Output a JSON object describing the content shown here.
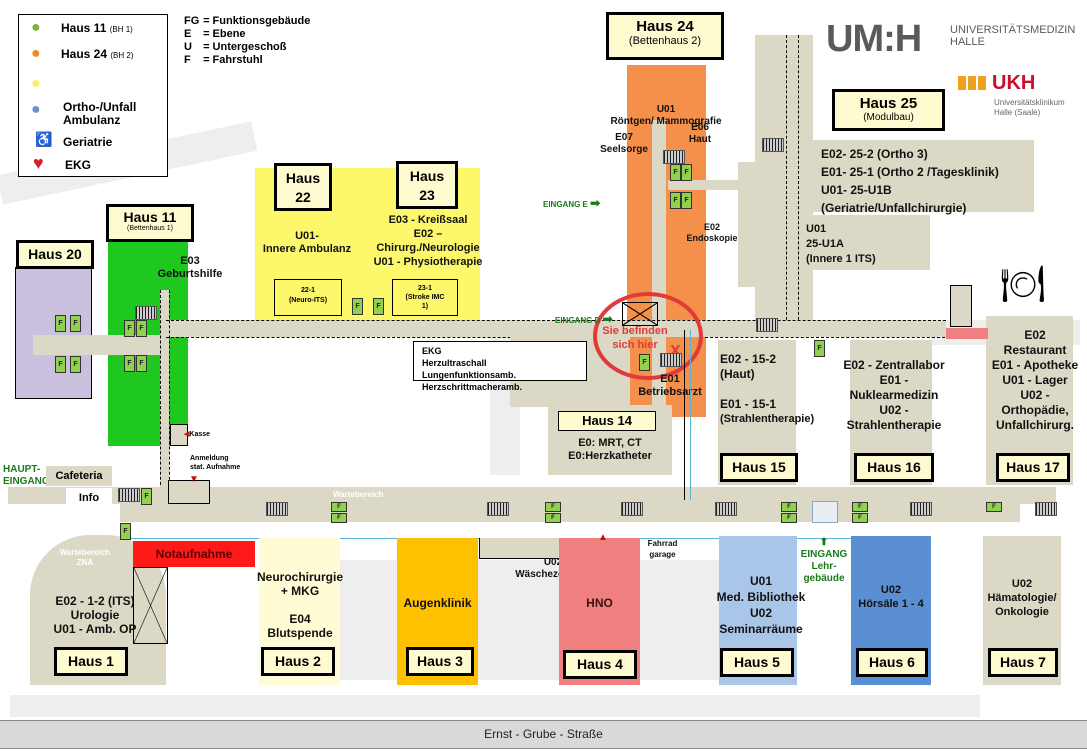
{
  "legend": {
    "items": [
      {
        "icon": "footprint-green-icon",
        "label": "Haus 11",
        "sub": "(BH 1)",
        "color": "#7cb342"
      },
      {
        "icon": "footprint-orange-icon",
        "label": "Haus 24",
        "sub": "(BH 2)",
        "color": "#f08a24"
      },
      {
        "icon": "footprint-yellow-icon",
        "label": "",
        "sub": "",
        "color": "#f7f06a"
      },
      {
        "icon": "footprint-blue-icon",
        "label": "Ortho-/Unfall Ambulanz",
        "sub": "",
        "color": "#6b8fc8"
      },
      {
        "icon": "geriatrics-icon",
        "label": "Geriatrie",
        "sub": "",
        "color": "#888888"
      },
      {
        "icon": "heart-icon",
        "label": "EKG",
        "sub": "",
        "color": "#d0202a"
      }
    ],
    "abbreviations": [
      {
        "key": "FG",
        "value": "= Funktionsgebäude"
      },
      {
        "key": "E",
        "value": "= Ebene"
      },
      {
        "key": "U",
        "value": "= Untergeschoß"
      },
      {
        "key": "F",
        "value": "= Fahrstuhl"
      }
    ]
  },
  "logo": {
    "umh_mark": "UM:H",
    "umh_line1": "UNIVERSITÄTSMEDIZIN",
    "umh_line2": "HALLE",
    "ukh_mark": "UKH",
    "ukh_line1": "Universitätsklinikum",
    "ukh_line2": "Halle (Saale)",
    "colors": {
      "gray": "#5a5a5a",
      "orange": "#f0a020",
      "red": "#c8102e"
    }
  },
  "buildings": {
    "haus24": {
      "title": "Haus 24",
      "subtitle": "(Bettenhaus 2)",
      "u01": "U01",
      "u01_desc": "Röntgen/ Mammografie",
      "e07": "E07",
      "e07_desc": "Seelsorge",
      "e06": "E06",
      "e06_desc": "Haut",
      "e02": "E02",
      "e02_desc": "Endoskopie",
      "color": "#f4904a"
    },
    "haus25": {
      "title": "Haus 25",
      "subtitle": "(Modulbau)",
      "lines": [
        "E02- 25-2 (Ortho 3)",
        "E01- 25-1 (Ortho 2 /Tagesklinik)",
        "U01- 25-U1B",
        "(Geriatrie/Unfallchirurgie)"
      ],
      "u01a": [
        "U01",
        "25-U1A",
        "(Innere 1 ITS)"
      ]
    },
    "haus22": {
      "title_l1": "Haus",
      "title_l2": "22",
      "desc_l1": "U01-",
      "desc_l2": "Innere Ambulanz",
      "sub_l1": "22-1",
      "sub_l2": "(Neuro-ITS)",
      "color": "#fdf76b"
    },
    "haus23": {
      "title_l1": "Haus",
      "title_l2": "23",
      "lines": [
        "E03 - Kreißsaal",
        "E02 –",
        "Chirurg./Neurologie",
        "U01 - Physiotherapie"
      ],
      "sub_l1": "23-1",
      "sub_l2": "(Stroke IMC",
      "sub_l3": "1)"
    },
    "haus11": {
      "title": "Haus 11",
      "subtitle": "(Bettenhaus 1)",
      "e03": "E03",
      "e03_desc": "Geburtshilfe",
      "color": "#1ec81e"
    },
    "haus20": {
      "title": "Haus 20",
      "color": "#c8c0dc"
    },
    "haus14": {
      "title": "Haus 14",
      "l1": "E0: MRT, CT",
      "l2": "E0:Herzkatheter"
    },
    "ekg_box": [
      "EKG",
      "Herzultraschall",
      "Lungenfunktionsamb.",
      "Herzschrittmacheramb."
    ],
    "haus15": {
      "title": "Haus 15",
      "l1": "E02 - 15-2",
      "l2": "(Haut)",
      "l3": "E01 - 15-1",
      "l4": "(Strahlentherapie)"
    },
    "haus16": {
      "title": "Haus 16",
      "lines": [
        "E02 - Zentrallabor",
        "E01 -",
        "Nuklearmedizin",
        "U02 -",
        "Strahlentherapie"
      ]
    },
    "haus17": {
      "title": "Haus 17",
      "lines": [
        "E02",
        "Restaurant",
        "E01 - Apotheke",
        "U01 - Lager",
        "U02 -",
        "Orthopädie,",
        "Unfallchirurg."
      ]
    },
    "haus1": {
      "title": "Haus 1",
      "lines": [
        "E02 - 1-2 (ITS)",
        "Urologie",
        "U01 - Amb. OP"
      ],
      "wait": [
        "Wartebereich",
        "ZNA"
      ]
    },
    "notaufnahme": {
      "label": "Notaufnahme",
      "color": "#ff1a1a"
    },
    "haus2": {
      "title": "Haus 2",
      "lines": [
        "Neurochirurgie",
        "+ MKG",
        "",
        "E04",
        "Blutspende"
      ],
      "color": "#fffbd4"
    },
    "haus3": {
      "title": "Haus 3",
      "label": "Augenklinik",
      "color": "#ffc000"
    },
    "haus4": {
      "title": "Haus 4",
      "label": "HNO",
      "color": "#f08080"
    },
    "waesche": [
      "U02",
      "Wäschezentrale"
    ],
    "fahrrad": [
      "Fahrrad",
      "garage"
    ],
    "haus5": {
      "title": "Haus 5",
      "lines": [
        "U01",
        "Med. Bibliothek",
        "U02",
        "Seminarräume"
      ],
      "color": "#a9c6e8"
    },
    "haus6": {
      "title": "Haus 6",
      "lines": [
        "U02",
        "Hörsäle 1 - 4"
      ],
      "color": "#5a8fd4"
    },
    "haus7": {
      "title": "Haus 7",
      "lines": [
        "U02",
        "Hämatologie/",
        "Onkologie"
      ]
    }
  },
  "markers": {
    "you_are_here": [
      "Sie befinden",
      "sich hier"
    ],
    "you_are_here_mark": "X",
    "e01": "E01",
    "betriebsarzt": "Betriebsarzt",
    "eingang_e": "EINGANG E",
    "eingang_d": "EINGANG D",
    "haupteingang": [
      "HAUPT-",
      "EINGANG"
    ],
    "eingang_lehr": [
      "EINGANG",
      "Lehr-",
      "gebäude"
    ],
    "cafeteria": "Cafeteria",
    "info": "Info",
    "kasse": "Kasse",
    "anmeldung": [
      "Anmeldung",
      "stat. Aufnahme"
    ],
    "wartebereich": "Wartebereich",
    "elevator": "F",
    "street": "Ernst - Grube - Straße"
  }
}
